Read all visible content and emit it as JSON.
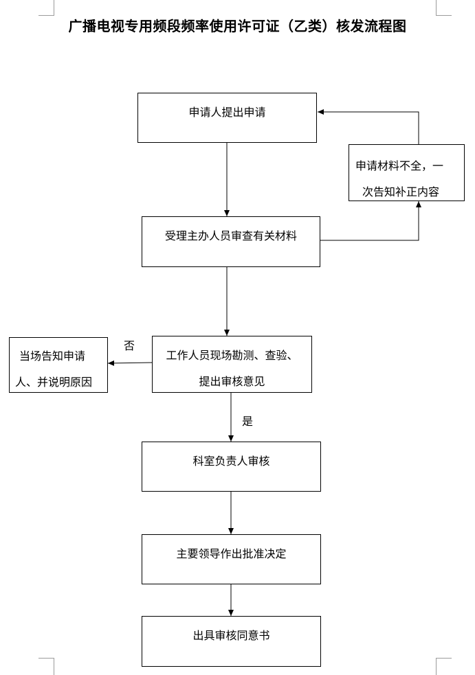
{
  "title": "广播电视专用频段频率使用许可证（乙类）核发流程图",
  "boxes": {
    "apply": "申请人提出申请",
    "review": "受理主办人员审查有关材料",
    "incomplete_line1": "申请材料不全，一",
    "incomplete_line2": "次告知补正内容",
    "survey_line1": "工作人员现场勘测、查验、",
    "survey_line2": "提出审核意见",
    "inform_line1": "当场告知申请",
    "inform_line2": "人、并说明原因",
    "section_review": "科室负责人审核",
    "leader_approve": "主要领导作出批准决定",
    "issue": "出具审核同意书"
  },
  "labels": {
    "no": "否",
    "yes": "是"
  }
}
